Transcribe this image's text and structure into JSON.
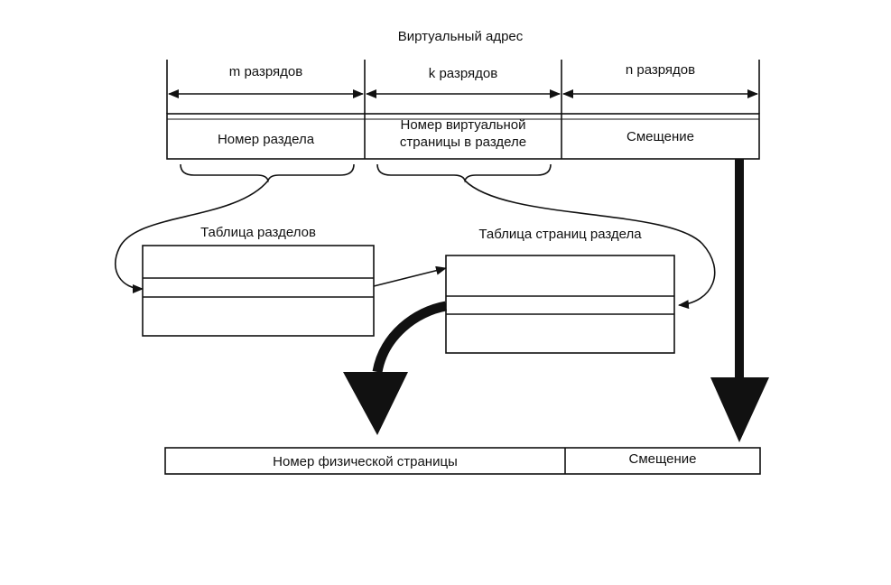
{
  "title": "Виртуальный адрес",
  "fields": {
    "m": {
      "width_label": "m разрядов",
      "name": "Номер раздела"
    },
    "k": {
      "width_label": "k разрядов",
      "name_line1": "Номер виртуальной",
      "name_line2": "страницы в разделе"
    },
    "n": {
      "width_label": "n разрядов",
      "name": "Смещение"
    }
  },
  "segment_table": {
    "title": "Таблица разделов"
  },
  "page_table": {
    "title": "Таблица страниц раздела"
  },
  "physical_address": {
    "page_number": "Номер физической страницы",
    "offset": "Смещение"
  },
  "colors": {
    "ink": "#111111",
    "background": "#ffffff"
  }
}
